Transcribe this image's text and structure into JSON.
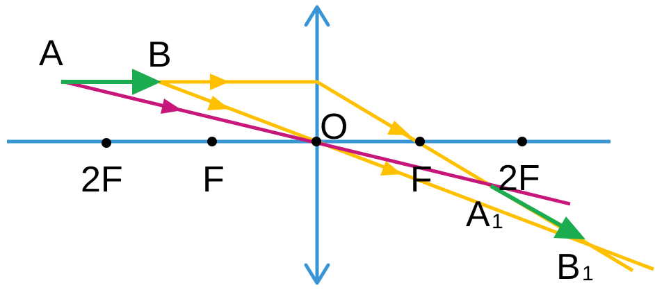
{
  "labels": {
    "a": "A",
    "b": "B",
    "o": "O",
    "f_left": "F",
    "twof_left": "2F",
    "f_right": "F",
    "twof_right": "2F",
    "a1_main": "A",
    "a1_sub": "1",
    "b1_main": "B",
    "b1_sub": "1"
  },
  "colors": {
    "axis": "#3a95d5",
    "object_arrow": "#1aac4e",
    "image_arrow": "#1aac4e",
    "ray_parallel": "#ffc000",
    "ray_center": "#ffc000",
    "ray_magenta": "#c8177a",
    "point": "#000000"
  },
  "icons": {
    "lens": "convex-lens-double-arrow",
    "arrowheads": "triangle-arrowhead"
  }
}
